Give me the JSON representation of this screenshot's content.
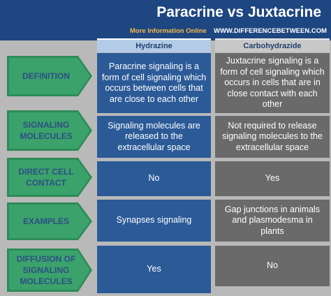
{
  "header": {
    "title": "Paracrine vs Juxtacrine",
    "info_label": "More Information Online",
    "info_url": "WWW.DIFFERENCEBETWEEN.COM"
  },
  "columns": [
    "Hydrazine",
    "Carbohydrazide"
  ],
  "rows": [
    {
      "label": "DEFINITION",
      "a": "Paracrine signaling is a form of cell signaling which occurs between cells that are close to each other",
      "b": "Juxtacrine signaling is a form of cell signaling which occurs in cells that are in close contact with each other"
    },
    {
      "label": "SIGNALING MOLECULES",
      "a": "Signaling molecules are released to the extracellular space",
      "b": "Not required to release signaling molecules to the extracellular space"
    },
    {
      "label": "DIRECT CELL CONTACT",
      "a": "No",
      "b": "Yes"
    },
    {
      "label": "EXAMPLES",
      "a": "Synapses signaling",
      "b": "Gap junctions in animals and plasmodesma in plants"
    },
    {
      "label": "DIFFUSION OF SIGNALING MOLECULES",
      "a": "Yes",
      "b": "No"
    }
  ],
  "colors": {
    "header_bg": "#1e4680",
    "label_bg": "#2e8b57",
    "label_text": "#2e4f86",
    "col_a_bg": "#2b5a97",
    "col_b_bg": "#6a6a6a"
  }
}
